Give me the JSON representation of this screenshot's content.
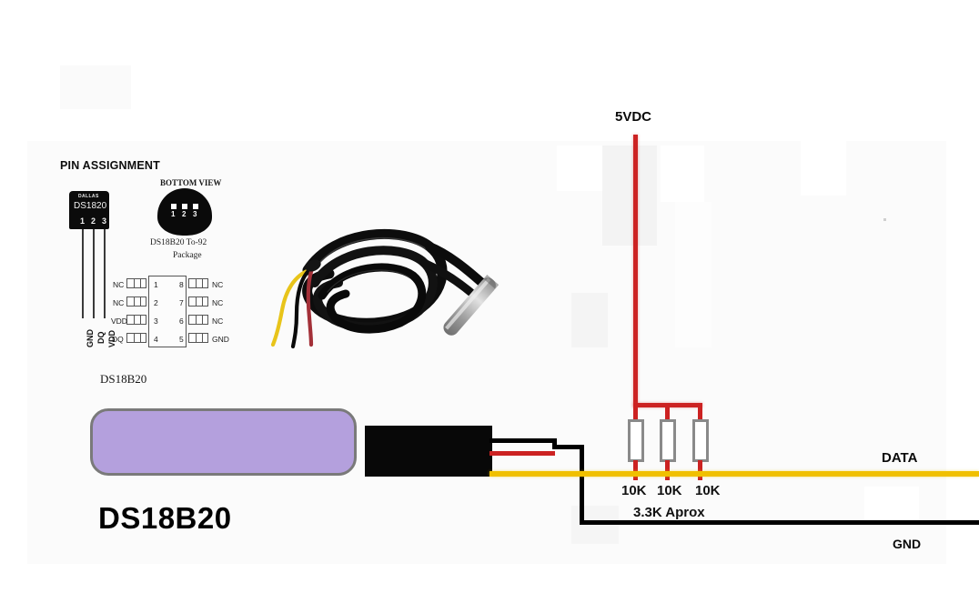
{
  "diagram": {
    "title_small": "DS18B20",
    "title_large": "DS18B20",
    "pin_assignment_heading": "PIN ASSIGNMENT",
    "to92": {
      "brand": "DALLAS",
      "part": "DS1820",
      "pin_numbers": [
        "1",
        "2",
        "3"
      ],
      "pin_functions": [
        "GND",
        "DQ",
        "VDD"
      ]
    },
    "bottom_view": {
      "heading": "BOTTOM VIEW",
      "pin_numbers": [
        "1",
        "2",
        "3"
      ],
      "caption_line1": "DS18B20 To-92",
      "caption_line2": "Package"
    },
    "soic": {
      "left_labels": [
        "NC",
        "NC",
        "VDD",
        "DQ"
      ],
      "left_numbers": [
        "1",
        "2",
        "3",
        "4"
      ],
      "right_numbers": [
        "8",
        "7",
        "6",
        "5"
      ],
      "right_labels": [
        "NC",
        "NC",
        "NC",
        "GND"
      ]
    },
    "supply_label": "5VDC",
    "data_label": "DATA",
    "ground_label": "GND",
    "resistors": [
      {
        "value": "10K"
      },
      {
        "value": "10K"
      },
      {
        "value": "10K"
      }
    ],
    "resistor_combined": "3.3K Aprox",
    "colors": {
      "power_wire": "#cc2222",
      "data_wire": "#f0c000",
      "ground_wire": "#000000",
      "sensor_body": "#b4a0dd",
      "sensor_border": "#7a7a7a",
      "resistor_border": "#8a8a8a"
    }
  }
}
